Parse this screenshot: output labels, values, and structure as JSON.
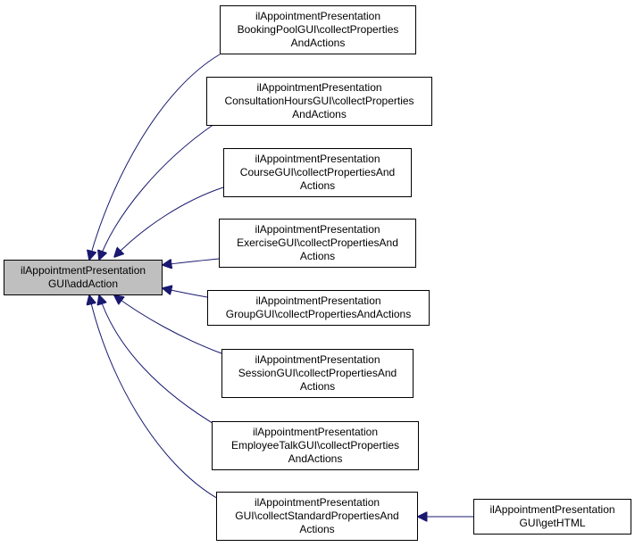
{
  "colors": {
    "edge": "#191970",
    "root_fill": "#bfbfbf",
    "node_fill": "#ffffff",
    "border": "#000000"
  },
  "nodes": {
    "root": "ilAppointmentPresentation\nGUI\\addAction",
    "booking": "ilAppointmentPresentation\nBookingPoolGUI\\collectProperties\nAndActions",
    "consult": "ilAppointmentPresentation\nConsultationHoursGUI\\collectProperties\nAndActions",
    "course": "ilAppointmentPresentation\nCourseGUI\\collectPropertiesAnd\nActions",
    "exercise": "ilAppointmentPresentation\nExerciseGUI\\collectPropertiesAnd\nActions",
    "group": "ilAppointmentPresentation\nGroupGUI\\collectPropertiesAndActions",
    "session": "ilAppointmentPresentation\nSessionGUI\\collectPropertiesAnd\nActions",
    "employee": "ilAppointmentPresentation\nEmployeeTalkGUI\\collectProperties\nAndActions",
    "standard": "ilAppointmentPresentation\nGUI\\collectStandardPropertiesAnd\nActions",
    "gethtml": "ilAppointmentPresentation\nGUI\\getHTML"
  }
}
